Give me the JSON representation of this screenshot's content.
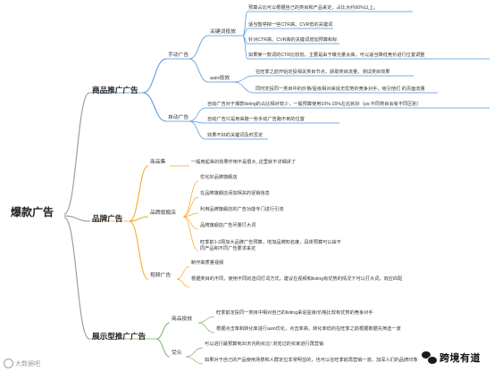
{
  "mindmap": {
    "root": "爆款广告",
    "branches": {
      "product_ads": {
        "title": "商品推广广告",
        "manual": {
          "label": "手动广告",
          "keyword_targeting": {
            "label": "关键词投放",
            "items": [
              "预算占比可以根据自己的类目和产品来定，占比大约60%以上。",
              "适当暂停掉一些CTR高、CVR低的关键词",
              "针对CTR高、CVR高的关键词增加预算和标",
              "如果某一款词的CTR比较低，主要是由于曝光量太高，可以适当降低竞价进行位置调整"
            ]
          },
          "asin_targeting": {
            "label": "asin投放",
            "items": [
              "在旺季之前开始定投相关类目节点，获取类目流量，测试类目效果",
              "同时定投同一类目中的价格/星级相对来说无优势的竞争对手，吸引他们 的页面流量"
            ]
          }
        },
        "auto": {
          "label": "自动广告",
          "items": [
            "自动广告对于爆款listing的占比相对较少，一般预算使用10%-15%左右就好（ps:不同类目会有不同区别）",
            "自动广告只是用来跑一些手动广告跑不到的位置",
            "效果不好的关键词及时否定"
          ]
        }
      },
      "brand_ads": {
        "title": "品牌广告",
        "product_set": {
          "label": "商品集",
          "item": "一般用起来的效果作用不是很大, 这里就不详细讲了"
        },
        "brand_showcase": {
          "label": "品牌旗舰店",
          "items": [
            "优化好品牌旗舰店",
            "在品牌旗舰店添加相关的促销信息",
            "利用品牌旗舰店的广告功能专门进行引流",
            "品牌旗舰店广告尽量打大词",
            "旺季前1-2周加大品牌广告预算，增加品牌知名度，具体预算可以由不同产品和不同广告要求来定"
          ]
        },
        "video_ads": {
          "label": "视频广告",
          "items": [
            "制作高质量视频",
            "根据类目的不同，使用不同的选词打词方式，建议在视频和listing有优势的情况下可以打大词，效应匹配"
          ]
        }
      },
      "display_ads": {
        "title": "展示型推广广告",
        "product_targeting": {
          "label": "商品投放",
          "items": [
            "旺季前定投同一类目中相对自己的listing来说星级/价格比较有优势的竞争对手",
            "根据点击率和转化率进行asin优化，点击率高，转化率低的在旺季之前根据数据先筛选一波"
          ]
        },
        "audience": {
          "label": "受众",
          "items": [
            "可以进行最预算到30天内购买过/ 浏览过的买家进行再营销",
            "如果对于自己的产品使用场景和人群定位非常明显的，也可以在旺季前再营销一波，加深人们的品牌印象"
          ]
        }
      }
    }
  },
  "watermarks": {
    "left_text": "大数据吧",
    "right_text": "跨境有道",
    "right_icon": "wechat-icon"
  },
  "colors": {
    "root_branch": "#9e9e9e",
    "product_branch": "#4a90e2",
    "brand_branch": "#f5a623",
    "display_branch": "#7fb069",
    "underline": "#4a90e2"
  }
}
